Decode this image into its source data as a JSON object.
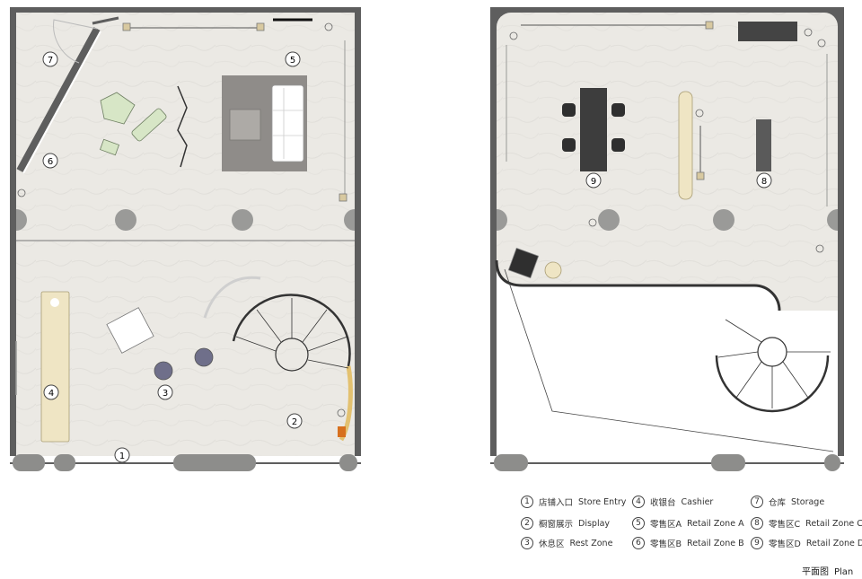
{
  "legend": [
    {
      "num": "1",
      "zh": "店铺入口",
      "en": "Store Entry"
    },
    {
      "num": "2",
      "zh": "橱窗展示",
      "en": "Display"
    },
    {
      "num": "3",
      "zh": "休息区",
      "en": "Rest Zone"
    },
    {
      "num": "4",
      "zh": "收银台",
      "en": "Cashier"
    },
    {
      "num": "5",
      "zh": "零售区A",
      "en": "Retail Zone A"
    },
    {
      "num": "6",
      "zh": "零售区B",
      "en": "Retail Zone B"
    },
    {
      "num": "7",
      "zh": "仓库",
      "en": "Storage"
    },
    {
      "num": "8",
      "zh": "零售区C",
      "en": "Retail Zone C"
    },
    {
      "num": "9",
      "zh": "零售区D",
      "en": "Retail Zone D"
    }
  ],
  "markers": {
    "ground": [
      "1",
      "2",
      "3",
      "4",
      "5",
      "6",
      "7"
    ],
    "upper": [
      "8",
      "9"
    ]
  },
  "caption": {
    "zh": "平面图",
    "en": "Plan"
  },
  "colors": {
    "wall": "#5e5e5e",
    "floor": "#ebe9e4",
    "column": "#9a9a98",
    "cashier": "#efe5c4",
    "rug": "#8f8c89"
  }
}
